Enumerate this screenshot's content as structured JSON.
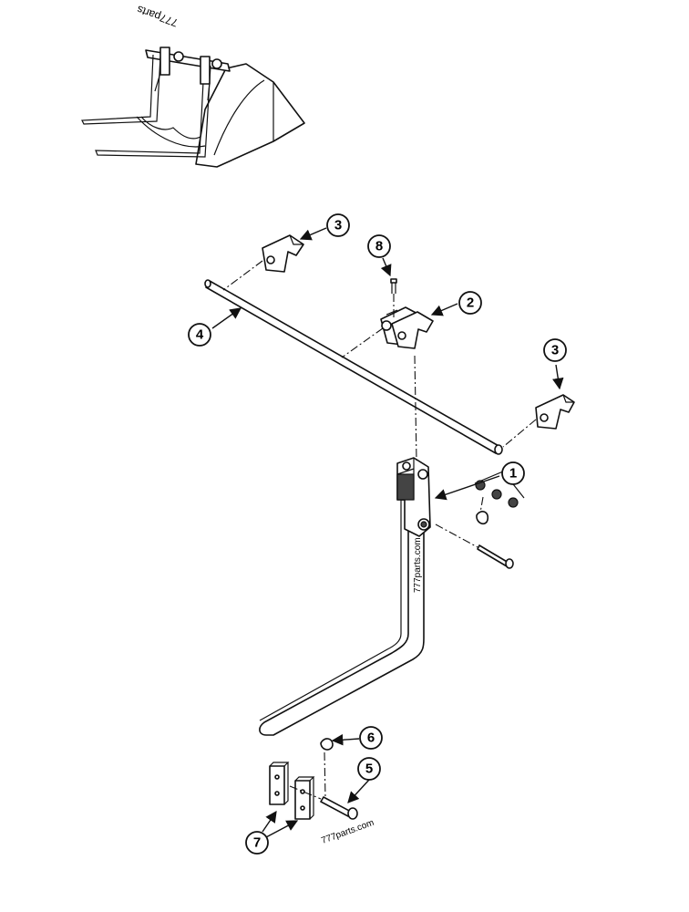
{
  "watermarks": {
    "top": "777parts",
    "fork": "777parts.com",
    "bottom": "777parts.com"
  },
  "callouts": {
    "c1": "1",
    "c2": "2",
    "c3a": "3",
    "c3b": "3",
    "c4": "4",
    "c5": "5",
    "c6": "6",
    "c7": "7",
    "c8": "8"
  }
}
